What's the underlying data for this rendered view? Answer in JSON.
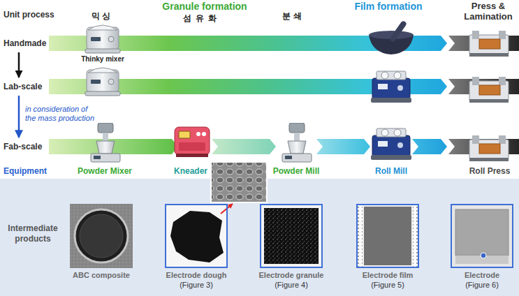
{
  "diagram": {
    "nodes": [
      {
        "text": [
          "Handmade"
        ]
      },
      {
        "text": [
          "Lab-scale"
        ]
      },
      {
        "text": [
          "Fab-scale"
        ]
      },
      {
        "text": [
          "ABC composite"
        ]
      },
      {
        "text": [
          "Electrode dough",
          "(Figure 3)"
        ]
      },
      {
        "text": [
          "Electrode granule",
          "(Figure 4)"
        ]
      },
      {
        "text": [
          "Electrode film",
          "(Figure 5)"
        ]
      },
      {
        "text": [
          "Electrode",
          "(Figure 6)"
        ]
      }
    ],
    "edges": [
      {
        "from": 0,
        "to": 1,
        "arrow": "to"
      },
      {
        "from": 1,
        "to": 2,
        "arrow": "to",
        "label": "in consideration of the mass production"
      }
    ],
    "labels": [
      "Unit process",
      "Granule formation",
      "Film formation",
      "Press & Lamination",
      "믹싱",
      "섬유화",
      "분쇄",
      "Thinky mixer",
      "Equipment",
      "Powder Mixer",
      "Kneader",
      "Powder Mill",
      "Roll Mill",
      "Roll Press",
      "Intermediate products"
    ]
  }
}
